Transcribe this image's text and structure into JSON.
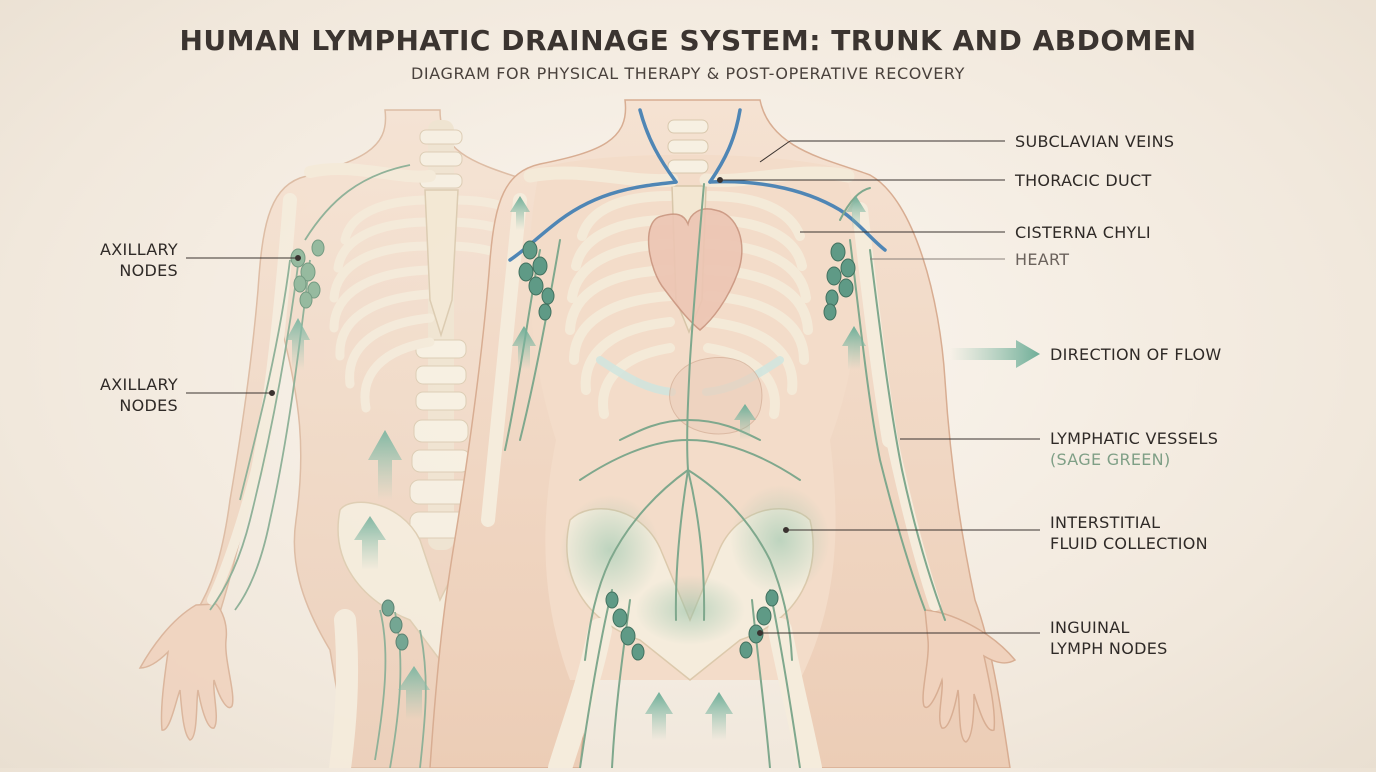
{
  "title": "HUMAN LYMPHATIC DRAINAGE SYSTEM: TRUNK AND ABDOMEN",
  "subtitle": "DIAGRAM FOR PHYSICAL THERAPY & POST-OPERATIVE RECOVERY",
  "labels": {
    "axillary_nodes_upper": {
      "line1": "AXILLARY",
      "line2": "NODES"
    },
    "axillary_nodes_lower": {
      "line1": "AXILLARY",
      "line2": "NODES"
    },
    "subclavian_veins": "SUBCLAVIAN VEINS",
    "thoracic_duct": "THORACIC DUCT",
    "cisterna_chyli": "CISTERNA CHYLI",
    "heart": "HEART",
    "direction_of_flow": "DIRECTION OF FLOW",
    "lymphatic_vessels": {
      "line1": "LYMPHATIC VESSELS",
      "line2": "(SAGE GREEN)"
    },
    "interstitial_fluid": {
      "line1": "INTERSTITIAL",
      "line2": "FLUID COLLECTION"
    },
    "inguinal_nodes": {
      "line1": "INGUINAL",
      "line2": "LYMPH NODES"
    }
  },
  "colors": {
    "background": "#f4ece1",
    "skin": "#f1d9c6",
    "bone": "#f6eddc",
    "lymph_green": "#7fa88d",
    "node_teal": "#5f9a86",
    "vein_blue": "#4f86b5",
    "flow_arrow": "#7fb5a3",
    "leader_line": "#3a3330"
  }
}
